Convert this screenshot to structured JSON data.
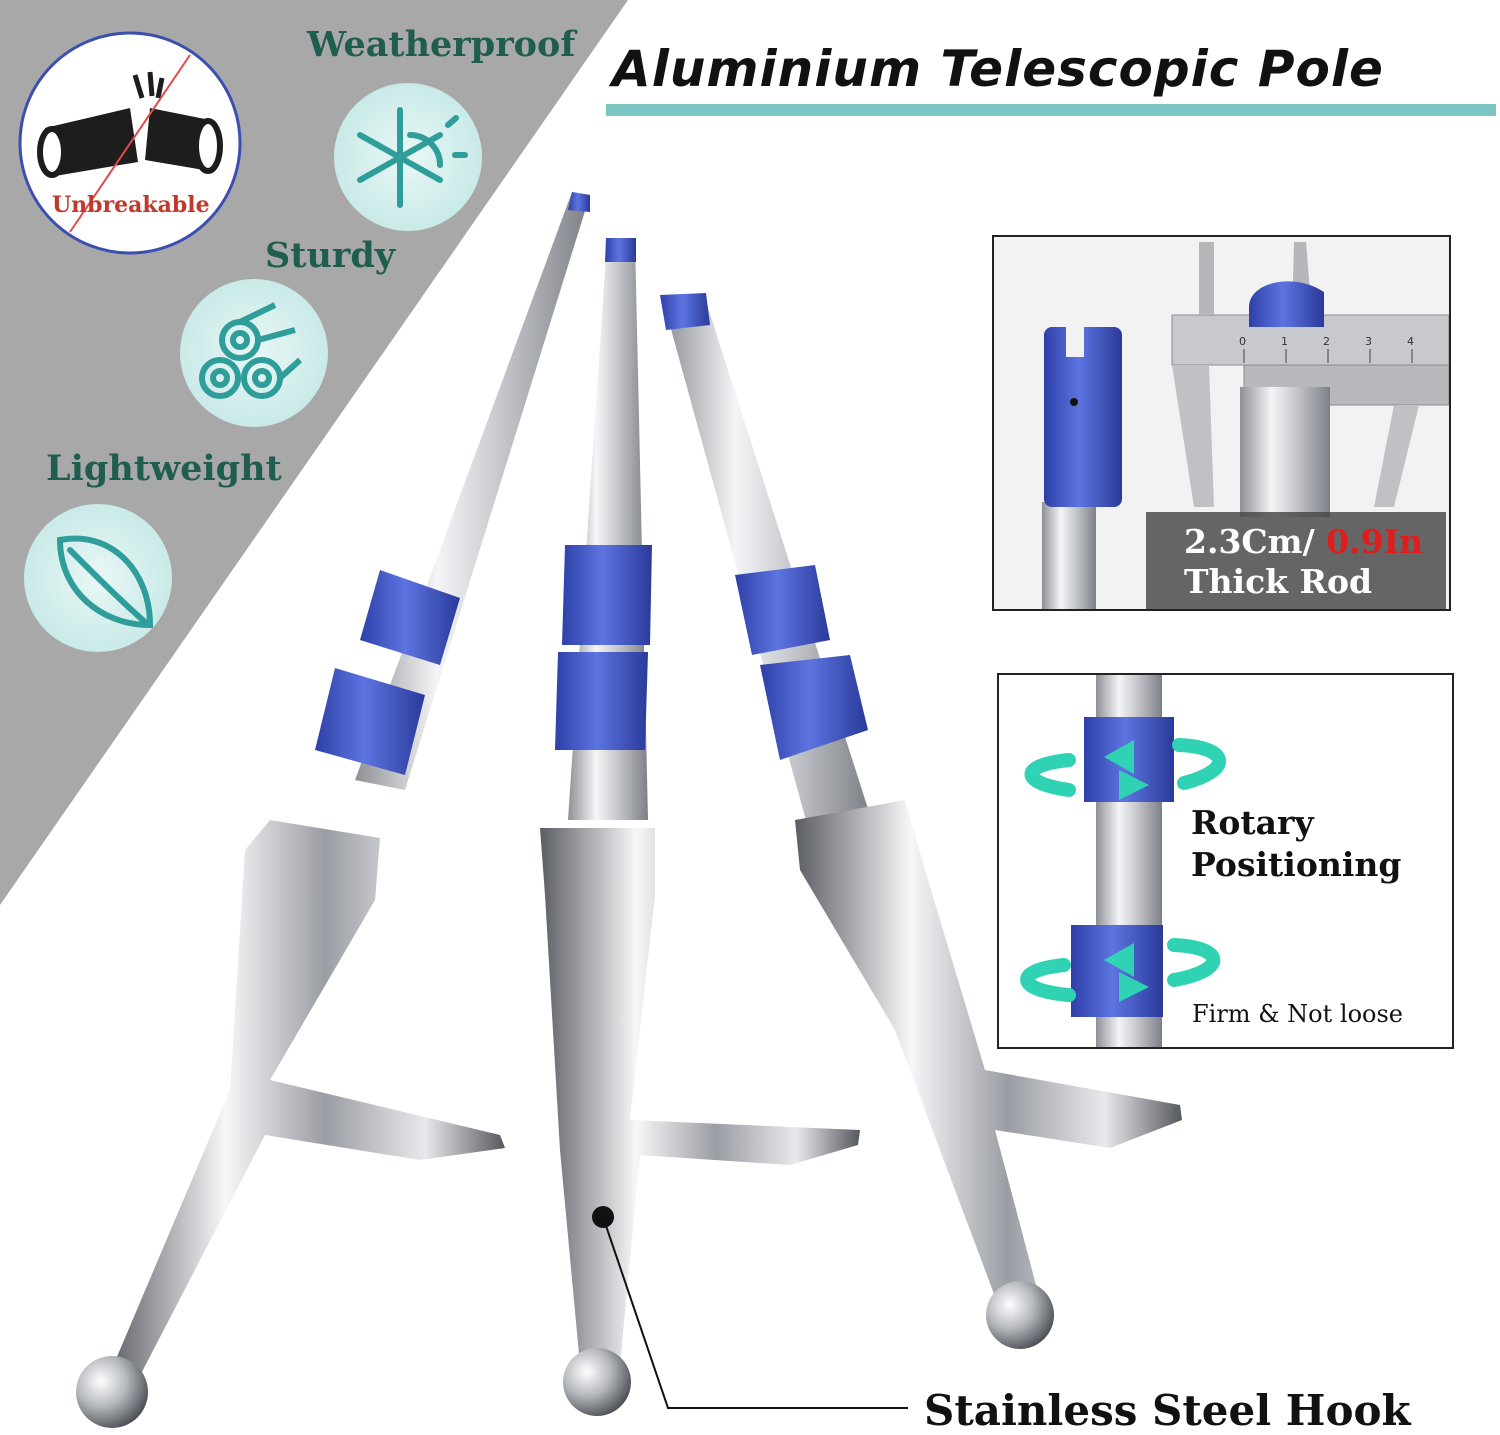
{
  "title": "Aluminium Telescopic Pole",
  "features": {
    "unbreakable": "Unbreakable",
    "weatherproof": "Weatherproof",
    "sturdy": "Sturdy",
    "lightweight": "Lightweight"
  },
  "thick_panel": {
    "size_metric": "2.3Cm/",
    "size_imperial": "0.9In",
    "caption": "Thick Rod",
    "caliper_scale": [
      "0",
      "1",
      "2",
      "3",
      "4"
    ]
  },
  "rotary_panel": {
    "line1": "Rotary",
    "line2": "Positioning",
    "note": "Firm & Not loose"
  },
  "hook_label": "Stainless Steel Hook",
  "colors": {
    "accent_teal": "#7cc6c3",
    "feature_green": "#1f5e4e",
    "pole_blue": "#3d55c8",
    "gray_band": "#a8a8a8",
    "highlight_red": "#e21b1b"
  },
  "icons": [
    "broken-pipe-icon",
    "snowflake-sun-icon",
    "logs-icon",
    "leaf-icon",
    "rotate-arrows-icon"
  ]
}
